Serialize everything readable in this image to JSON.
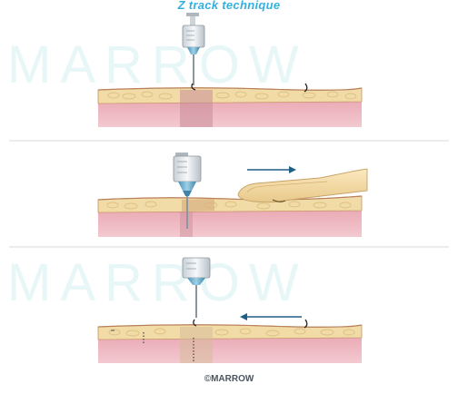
{
  "title": "Z track technique",
  "watermark": "MARROW",
  "copyright": "©MARROW",
  "colors": {
    "title": "#33b0e0",
    "fat_layer": "#f1dba6",
    "muscle_layer": "#e9a7b3",
    "skin_edge": "#c9936b",
    "arrow": "#1f5f86",
    "divider": "#d9d9d9"
  },
  "panels": [
    {
      "stage": "needle inserted",
      "arrow": "none"
    },
    {
      "stage": "skin displaced laterally",
      "arrow": "right"
    },
    {
      "stage": "needle withdrawn, skin released",
      "arrow": "left"
    }
  ]
}
